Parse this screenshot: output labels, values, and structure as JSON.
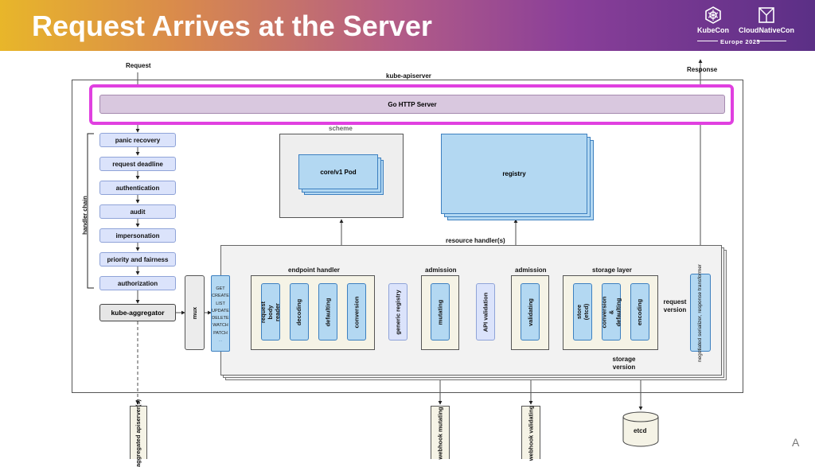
{
  "slide": {
    "title": "Request Arrives at the Server",
    "corner_mark": "A",
    "colors": {
      "highlight": "#e040e0",
      "blue_box": "#b3d8f2",
      "lavender_box": "#dbe3fb",
      "group_fill": "#f5f3e6"
    }
  },
  "logos": {
    "kubecon": "KubeCon",
    "cloudnativecon": "CloudNativeCon",
    "event": "Europe 2025"
  },
  "diagram": {
    "request_label": "Request",
    "response_label": "Response",
    "apiserver_label": "kube-apiserver",
    "http_server": "Go HTTP Server",
    "schema_label": "scheme",
    "handler_chain_label": "handler chain",
    "handler_chain": [
      "panic recovery",
      "request deadline",
      "authentication",
      "audit",
      "impersonation",
      "priority and fairness",
      "authorization"
    ],
    "aggregator": "kube-aggregator",
    "aggregated": "aggregated apiserver(s)",
    "mux": "mux",
    "verbs": [
      "GET",
      "CREATE",
      "LIST",
      "UPDATE",
      "DELETE",
      "WATCH",
      "PATCH",
      "..."
    ],
    "core_pod": "core/v1 Pod",
    "registry": "registry",
    "resource_handlers": "resource handler(s)",
    "endpoint_handler": {
      "label": "endpoint handler",
      "steps": [
        "request body reader",
        "decoding",
        "defaulting",
        "conversion"
      ]
    },
    "generic_registry": "generic registry",
    "admission_mutating": {
      "label": "admission",
      "step": "mutating"
    },
    "api_validation": "API validation",
    "admission_validating": {
      "label": "admission",
      "step": "validating"
    },
    "storage_layer": {
      "label": "storage layer",
      "steps": [
        "store (etcd)",
        "conversion & defaulting",
        "encoding"
      ]
    },
    "request_version": "request version",
    "storage_version": "storage version",
    "serializer": "negotiated serializer, response transformer",
    "webhook_mutating": "webhook mutating",
    "webhook_validating": "webhook validating",
    "etcd": "etcd"
  }
}
